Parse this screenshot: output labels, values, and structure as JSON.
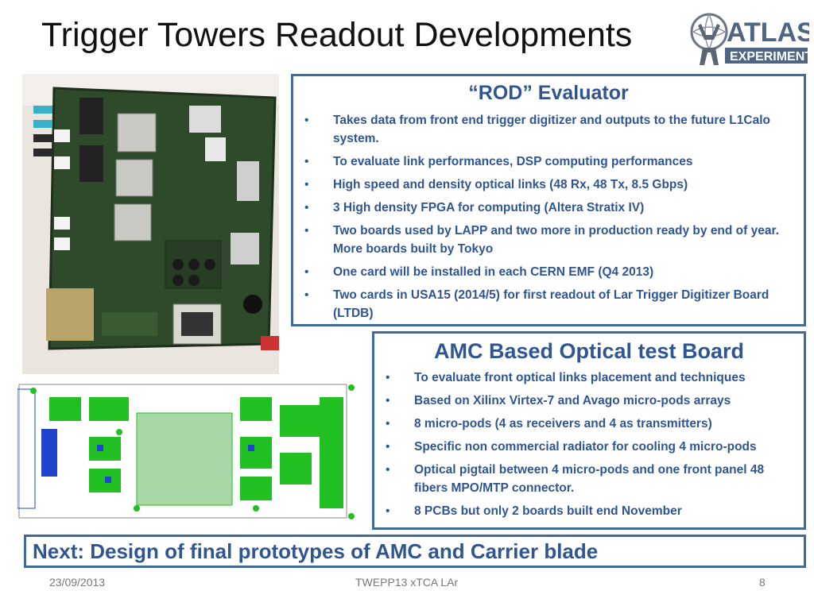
{
  "slide": {
    "title": "Trigger Towers Readout Developments"
  },
  "logo": {
    "line1": "ATLAS",
    "line2": "EXPERIMENT"
  },
  "rod_box": {
    "title": "“ROD” Evaluator",
    "items": [
      "Takes data from front end trigger digitizer and outputs to the future L1Calo system.",
      "To evaluate link performances, DSP computing performances",
      "High speed and density optical links (48 Rx, 48 Tx, 8.5 Gbps)",
      "3 High density FPGA for computing (Altera Stratix IV)",
      "Two boards used by LAPP and two more in production ready by end of year. More boards built by Tokyo",
      "One card will be installed in each CERN EMF (Q4 2013)",
      "Two cards in USA15 (2014/5) for first readout of Lar Trigger Digitizer Board (LTDB)"
    ]
  },
  "amc_box": {
    "title": "AMC Based Optical test Board",
    "items": [
      "To evaluate front optical links placement and techniques",
      "Based on Xilinx Virtex-7 and Avago micro-pods arrays",
      "8 micro-pods (4 as receivers and 4 as transmitters)",
      "Specific non commercial radiator for cooling 4 micro-pods",
      "Optical pigtail between 4 micro-pods and one front panel 48 fibers MPO/MTP connector.",
      "8 PCBs but only 2 boards built end November"
    ]
  },
  "next_box": {
    "text": "Next: Design of final prototypes of AMC and Carrier blade"
  },
  "footer": {
    "date": "23/09/2013",
    "center": "TWEPP13 xTCA LAr",
    "page": "8"
  },
  "colors": {
    "accent": "#2f5592",
    "border": "#3f6a9a",
    "pcb_green": "#2f4a2a",
    "layout_green": "#22c022",
    "layout_blue": "#2244cc"
  }
}
